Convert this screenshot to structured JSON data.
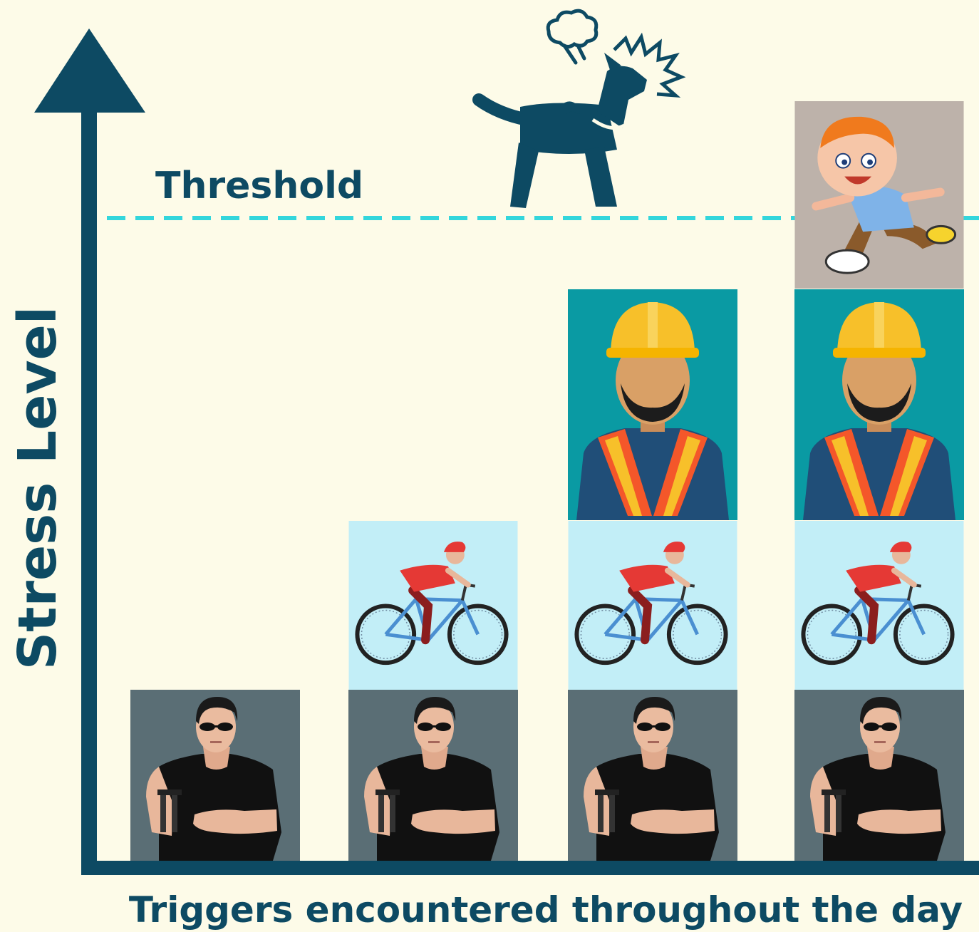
{
  "colors": {
    "background": "#fdfbe8",
    "axis": "#0d4a63",
    "threshold_line": "#33d6dc",
    "tile_man": "#5a6e75",
    "tile_cyclist": "#c2eef7",
    "tile_worker": "#0a9aa3",
    "tile_child": "#bdb2aa"
  },
  "chart_data": {
    "type": "bar",
    "style": "stacked pictograph tiles",
    "ylabel": "Stress Level",
    "xlabel": "Triggers encountered throughout the day",
    "threshold": {
      "label": "Threshold",
      "value": 3.8,
      "line_style": "dashed"
    },
    "ylim": [
      0,
      4.2
    ],
    "grid": false,
    "legend": "none",
    "bars": [
      {
        "stack": [
          "man-in-sunglasses"
        ],
        "total": 1
      },
      {
        "stack": [
          "man-in-sunglasses",
          "cyclist"
        ],
        "total": 2
      },
      {
        "stack": [
          "man-in-sunglasses",
          "cyclist",
          "construction-worker"
        ],
        "total": 3
      },
      {
        "stack": [
          "man-in-sunglasses",
          "cyclist",
          "construction-worker",
          "running-child"
        ],
        "total": 4
      }
    ],
    "top_icon": "barking-dog-icon"
  }
}
